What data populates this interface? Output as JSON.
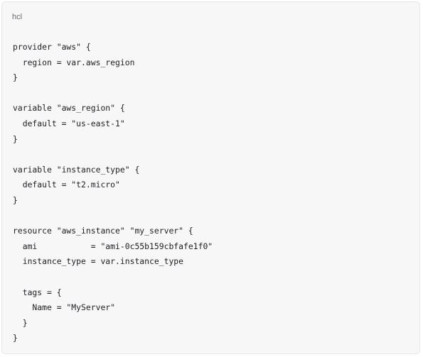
{
  "code_block": {
    "language": "hcl",
    "lines": [
      "provider \"aws\" {",
      "  region = var.aws_region",
      "}",
      "",
      "variable \"aws_region\" {",
      "  default = \"us-east-1\"",
      "}",
      "",
      "variable \"instance_type\" {",
      "  default = \"t2.micro\"",
      "}",
      "",
      "resource \"aws_instance\" \"my_server\" {",
      "  ami           = \"ami-0c55b159cbfafe1f0\"",
      "  instance_type = var.instance_type",
      "",
      "  tags = {",
      "    Name = \"MyServer\"",
      "  }",
      "}"
    ]
  }
}
